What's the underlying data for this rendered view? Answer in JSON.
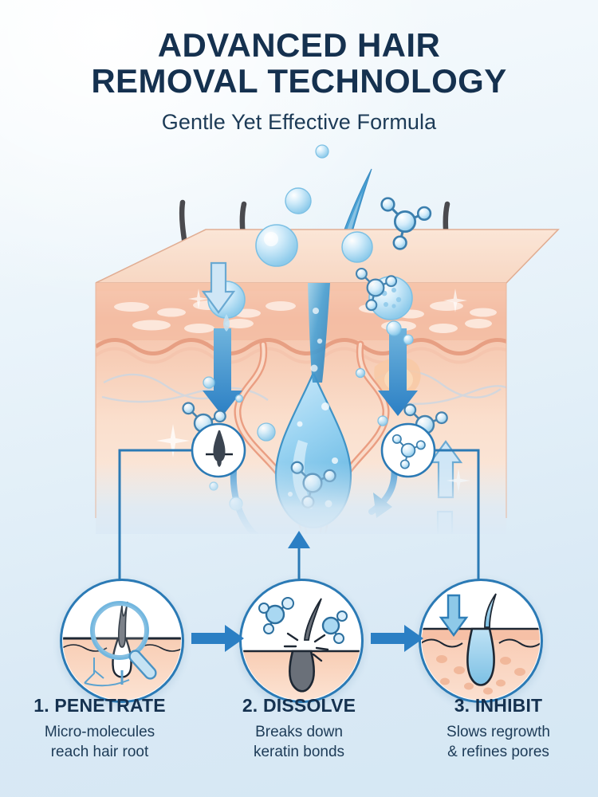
{
  "header": {
    "title_line1": "ADVANCED HAIR",
    "title_line2": "REMOVAL TECHNOLOGY",
    "subtitle": "Gentle Yet Effective Formula"
  },
  "colors": {
    "navy": "#15314f",
    "accent_blue": "#2b7ab5",
    "arrow_blue": "#2b7fc4",
    "skin_light": "#fbe0ce",
    "skin_mid": "#f6cdb4",
    "dermis_pink": "#efa98e",
    "hair_dark": "#4a4a4e",
    "bubble_blue": "#bfe2f5",
    "bg_top": "#f7fbfd",
    "bg_bottom": "#d5e7f4"
  },
  "illustration": {
    "name": "skin-cross-section-diagram",
    "elements": [
      "skin-block-3d",
      "epidermis-layer",
      "dermis-layer",
      "hair-shaft-treated",
      "hair-shaft-untreated",
      "follicle-bulb",
      "sebaceous-gland",
      "serum-droplets",
      "molecule-clusters",
      "penetration-arrows",
      "callout-follicle-icon",
      "callout-molecule-icon"
    ]
  },
  "steps": [
    {
      "id": "penetrate",
      "icon": "magnifier-follicle-icon",
      "number": "1.",
      "title": "1. PENETRATE",
      "desc_line1": "Micro-molecules",
      "desc_line2": "reach hair root"
    },
    {
      "id": "dissolve",
      "icon": "molecule-breaking-hair-icon",
      "number": "2.",
      "title": "2. DISSOLVE",
      "desc_line1": "Breaks down",
      "desc_line2": "keratin bonds"
    },
    {
      "id": "inhibit",
      "icon": "down-arrow-follicle-pores-icon",
      "number": "3.",
      "title": "3. INHIBIT",
      "desc_line1": "Slows regrowth",
      "desc_line2": "& refines pores"
    }
  ]
}
